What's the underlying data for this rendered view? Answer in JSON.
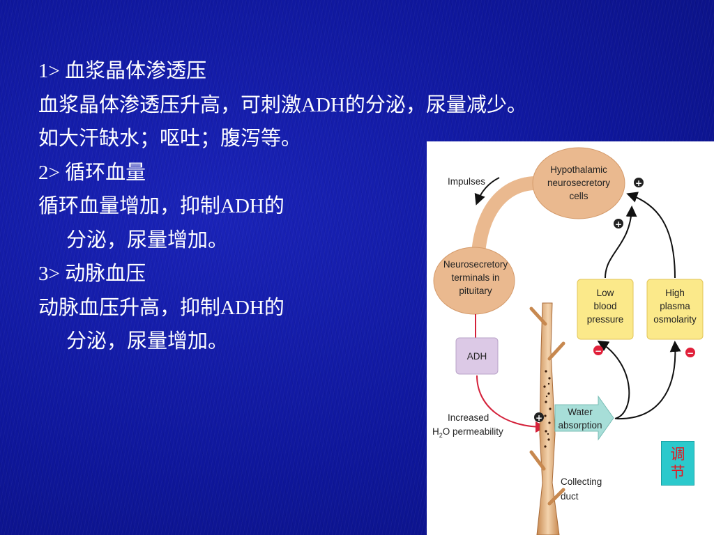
{
  "text_lines": [
    "1> 血浆晶体渗透压",
    "血浆晶体渗透压升高，可刺激ADH的分泌，尿量减少。",
    "如大汗缺水；呕吐；腹泻等。",
    "2> 循环血量",
    "循环血量增加，抑制ADH的",
    "分泌，尿量增加。",
    "3> 动脉血压",
    "动脉血压升高，抑制ADH的",
    "分泌，尿量增加。"
  ],
  "diagram": {
    "impulses": "Impulses",
    "hypothalamic": [
      "Hypothalamic",
      "neurosecretory",
      "cells"
    ],
    "terminals": [
      "Neurosecretory",
      "terminals in",
      "pituitary"
    ],
    "adh": "ADH",
    "low_bp": [
      "Low",
      "blood",
      "pressure"
    ],
    "high_osm": [
      "High",
      "plasma",
      "osmolarity"
    ],
    "water_abs": [
      "Water",
      "absorption"
    ],
    "increased": "Increased",
    "h2o_h": "H",
    "h2o_2": "2",
    "h2o_rest": "O permeability",
    "collecting": [
      "Collecting",
      "duct"
    ],
    "plus": "+",
    "minus": "−"
  },
  "button": {
    "line1": "调",
    "line2": "节"
  },
  "colors": {
    "background": "#0d1593",
    "text": "#ffffff",
    "bulb": "#eab98f",
    "box_yellow": "#fbe98a",
    "adh_box": "#dcc9e6",
    "water_arrow": "#a7ded8",
    "button": "#2cc9cc",
    "button_text": "#e8141e"
  }
}
